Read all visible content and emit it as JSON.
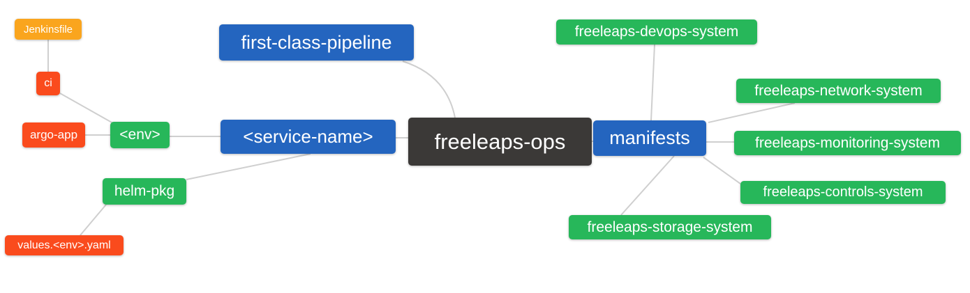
{
  "diagram": {
    "type": "mindmap",
    "background": "#ffffff",
    "connector_color": "#cfcfcf",
    "palette": {
      "root": "#3b3937",
      "branch_blue": "#2465bf",
      "leaf_green": "#27b75a",
      "leaf_red": "#fa4b1d",
      "leaf_amber": "#faa51e",
      "node_text": "#ffffff"
    },
    "nodes": [
      {
        "id": "freeleaps-ops",
        "label": "freeleaps-ops",
        "role": "root",
        "parent": null
      },
      {
        "id": "first-class-pipeline",
        "label": "first-class-pipeline",
        "role": "branch",
        "parent": "freeleaps-ops"
      },
      {
        "id": "service-name",
        "label": "<service-name>",
        "role": "branch",
        "parent": "freeleaps-ops"
      },
      {
        "id": "manifests",
        "label": "manifests",
        "role": "branch",
        "parent": "freeleaps-ops"
      },
      {
        "id": "env",
        "label": "<env>",
        "role": "leaf-green",
        "parent": "service-name"
      },
      {
        "id": "helm-pkg",
        "label": "helm-pkg",
        "role": "leaf-green",
        "parent": "service-name"
      },
      {
        "id": "ci",
        "label": "ci",
        "role": "leaf-red",
        "parent": "env"
      },
      {
        "id": "argo-app",
        "label": "argo-app",
        "role": "leaf-red",
        "parent": "env"
      },
      {
        "id": "jenkinsfile",
        "label": "Jenkinsfile",
        "role": "leaf-amber",
        "parent": "ci"
      },
      {
        "id": "values-env-yaml",
        "label": "values.<env>.yaml",
        "role": "leaf-red",
        "parent": "helm-pkg"
      },
      {
        "id": "devops-system",
        "label": "freeleaps-devops-system",
        "role": "leaf-green",
        "parent": "manifests"
      },
      {
        "id": "network-system",
        "label": "freeleaps-network-system",
        "role": "leaf-green",
        "parent": "manifests"
      },
      {
        "id": "monitoring-system",
        "label": "freeleaps-monitoring-system",
        "role": "leaf-green",
        "parent": "manifests"
      },
      {
        "id": "controls-system",
        "label": "freeleaps-controls-system",
        "role": "leaf-green",
        "parent": "manifests"
      },
      {
        "id": "storage-system",
        "label": "freeleaps-storage-system",
        "role": "leaf-green",
        "parent": "manifests"
      }
    ],
    "edges": [
      {
        "from": "jenkinsfile",
        "to": "ci"
      },
      {
        "from": "ci",
        "to": "env"
      },
      {
        "from": "argo-app",
        "to": "env"
      },
      {
        "from": "env",
        "to": "service-name"
      },
      {
        "from": "helm-pkg",
        "to": "service-name"
      },
      {
        "from": "values-env-yaml",
        "to": "helm-pkg"
      },
      {
        "from": "first-class-pipeline",
        "to": "freeleaps-ops"
      },
      {
        "from": "service-name",
        "to": "freeleaps-ops"
      },
      {
        "from": "freeleaps-ops",
        "to": "manifests"
      },
      {
        "from": "devops-system",
        "to": "manifests"
      },
      {
        "from": "network-system",
        "to": "manifests"
      },
      {
        "from": "monitoring-system",
        "to": "manifests"
      },
      {
        "from": "controls-system",
        "to": "manifests"
      },
      {
        "from": "storage-system",
        "to": "manifests"
      }
    ]
  }
}
